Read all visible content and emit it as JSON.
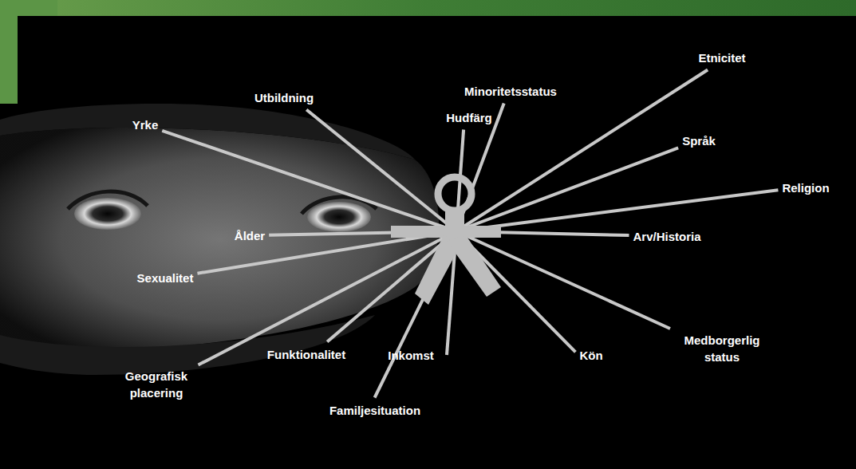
{
  "diagram": {
    "labels": [
      "Etnicitet",
      "Minoritetsstatus",
      "Utbildning",
      "Hudfärg",
      "Yrke",
      "Språk",
      "Religion",
      "Ålder",
      "Arv/Historia",
      "Sexualitet",
      "Geografisk placering",
      "Funktionalitet",
      "Inkomst",
      "Kön",
      "Medborgerlig status",
      "Familjesituation"
    ]
  }
}
